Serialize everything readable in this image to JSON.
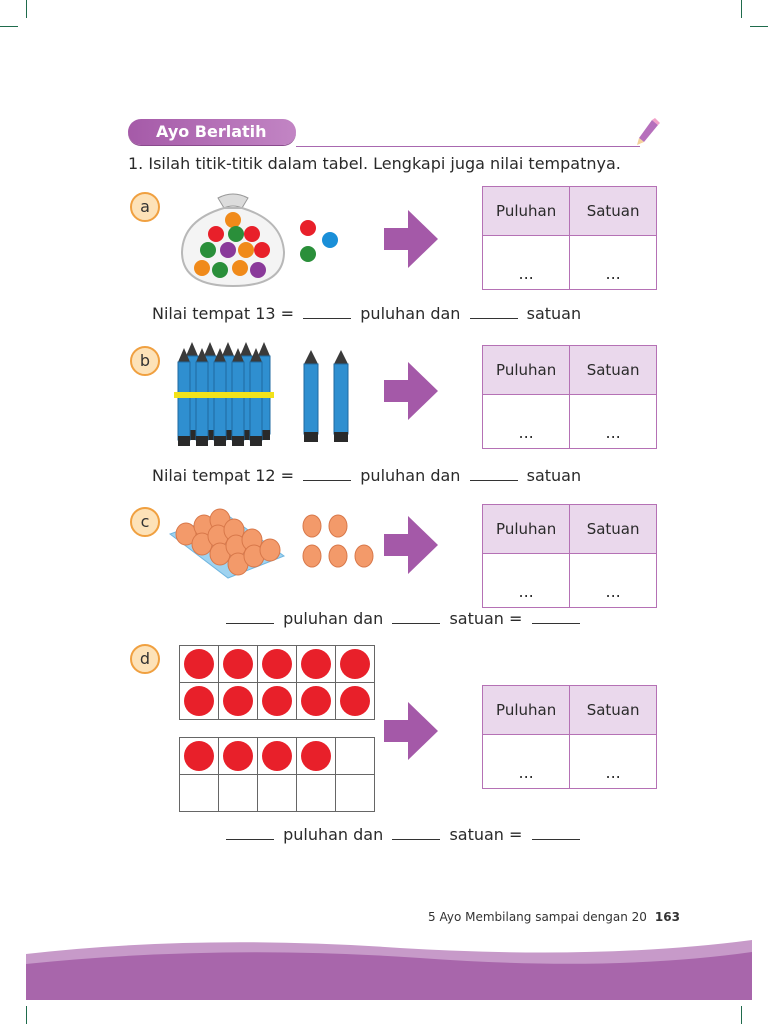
{
  "banner": {
    "title": "Ayo Berlatih"
  },
  "instruction": "1. Isilah titik-titik dalam tabel. Lengkapi juga nilai tempatnya.",
  "table_headers": {
    "puluhan": "Puluhan",
    "satuan": "Satuan"
  },
  "placeholder": "...",
  "items": [
    {
      "label": "a",
      "sentence": {
        "prefix": "Nilai tempat 13 =",
        "mid": "puluhan dan",
        "suffix": "satuan"
      }
    },
    {
      "label": "b",
      "sentence": {
        "prefix": "Nilai tempat 12 =",
        "mid": "puluhan dan",
        "suffix": "satuan"
      }
    },
    {
      "label": "c",
      "sentence": {
        "mid": "puluhan dan",
        "suffix": "satuan ="
      }
    },
    {
      "label": "d",
      "sentence": {
        "mid": "puluhan dan",
        "suffix": "satuan ="
      }
    }
  ],
  "ten_frame": {
    "top_filled": 10,
    "bottom_filled": 4
  },
  "footer": {
    "chapter": "5 Ayo Membilang sampai dengan 20",
    "page": "163"
  },
  "colors": {
    "accent": "#a55aa8",
    "arrow": "#a459a8",
    "dot": "#e8202a",
    "badge_border": "#f0a040"
  }
}
